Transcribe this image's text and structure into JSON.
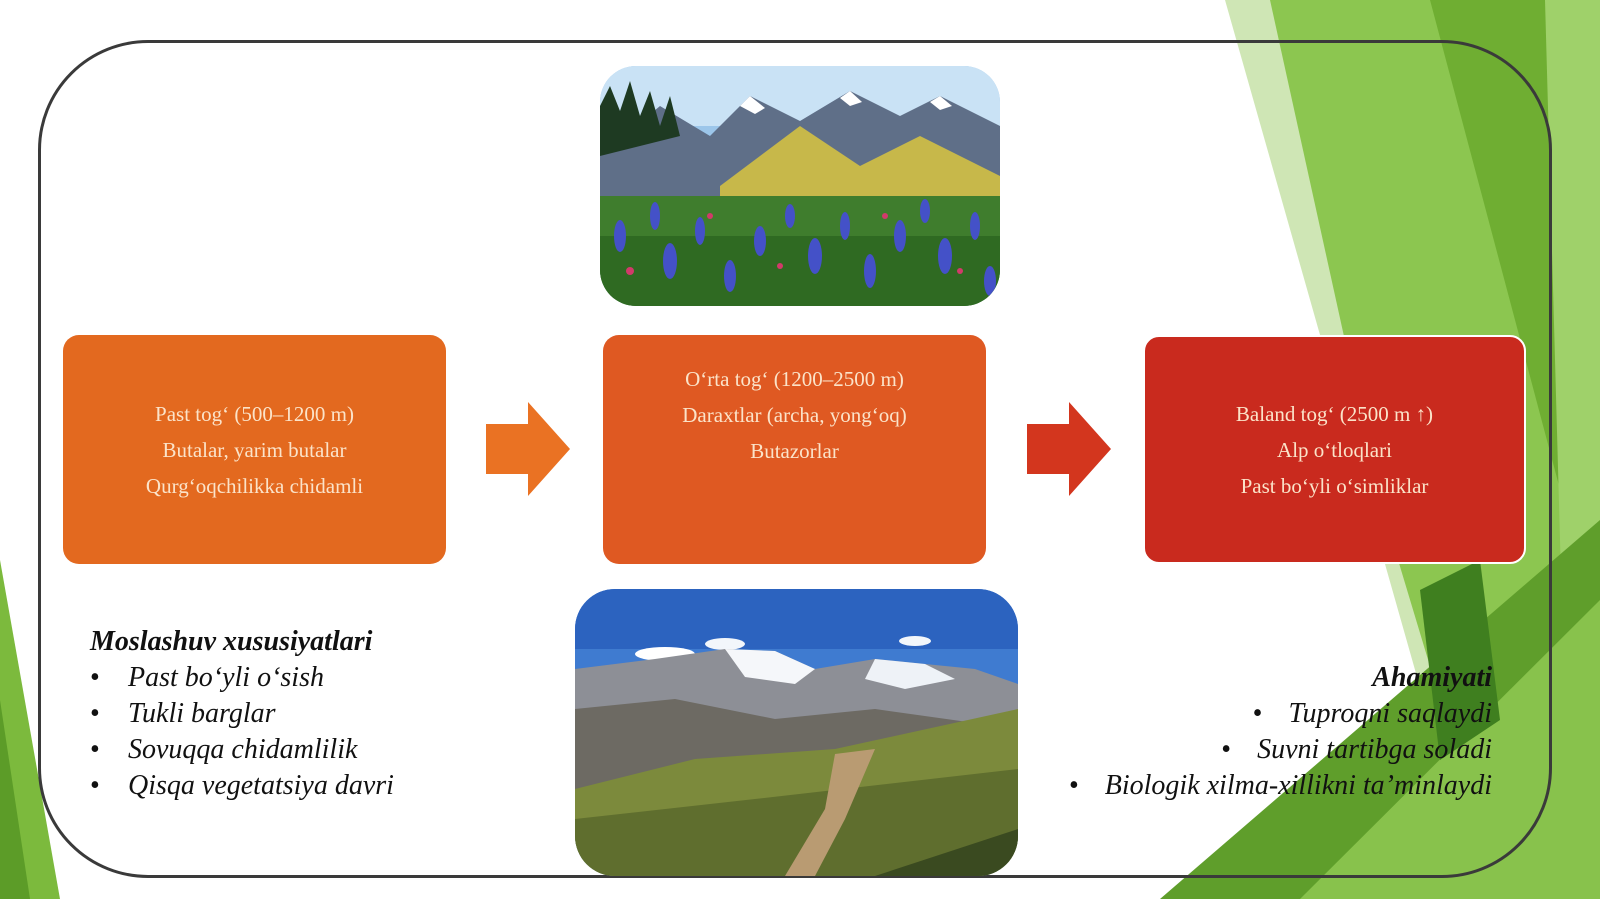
{
  "zones": [
    {
      "lines": [
        "Past tog‘ (500–1200 m)",
        "Butalar, yarim butalar",
        "Qurg‘oqchilikka chidamli"
      ]
    },
    {
      "lines": [
        "O‘rta tog‘ (1200–2500 m)",
        "Daraxtlar (archa, yong‘oq)",
        "Butazorlar"
      ]
    },
    {
      "lines": [
        "Baland tog‘ (2500 m ↑)",
        "Alp o‘tloqlari",
        "Past bo‘yli o‘simliklar"
      ]
    }
  ],
  "adaptation": {
    "title": "Moslashuv xususiyatlari",
    "items": [
      "Past bo‘yli o‘sish",
      "Tukli barglar",
      "Sovuqqa chidamlilik",
      "Qisqa vegetatsiya davri"
    ]
  },
  "importance": {
    "title": "Ahamiyati",
    "items": [
      "Tuproqni saqlaydi",
      "Suvni tartibga soladi",
      "Biologik xilma-xillikni ta’minlaydi"
    ]
  },
  "bullet": "•",
  "colors": {
    "zone_low": "#e3691f",
    "zone_mid": "#df5922",
    "zone_high": "#c92a1e",
    "arrow_1": "#ea7223",
    "arrow_2": "#d3361e",
    "accent_green": "#7cba3d"
  },
  "images": {
    "top": "alpine-meadow-photo",
    "bottom": "mountain-trail-photo"
  }
}
